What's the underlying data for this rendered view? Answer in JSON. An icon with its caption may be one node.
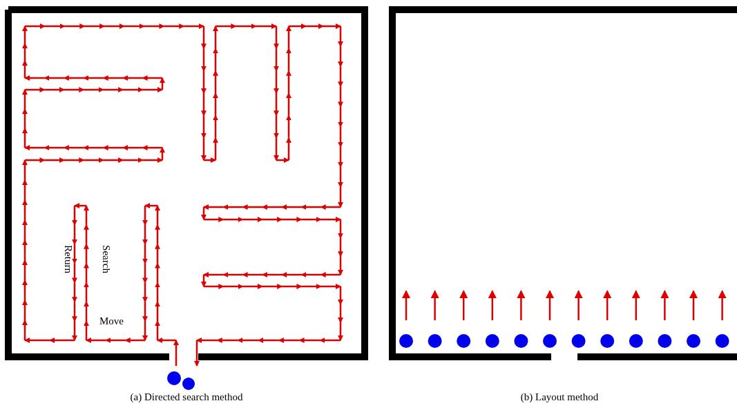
{
  "diagram": {
    "labels": [
      "Return",
      "Search",
      "Move",
      "(a) Directed search method",
      "(b) Layout method"
    ]
  }
}
